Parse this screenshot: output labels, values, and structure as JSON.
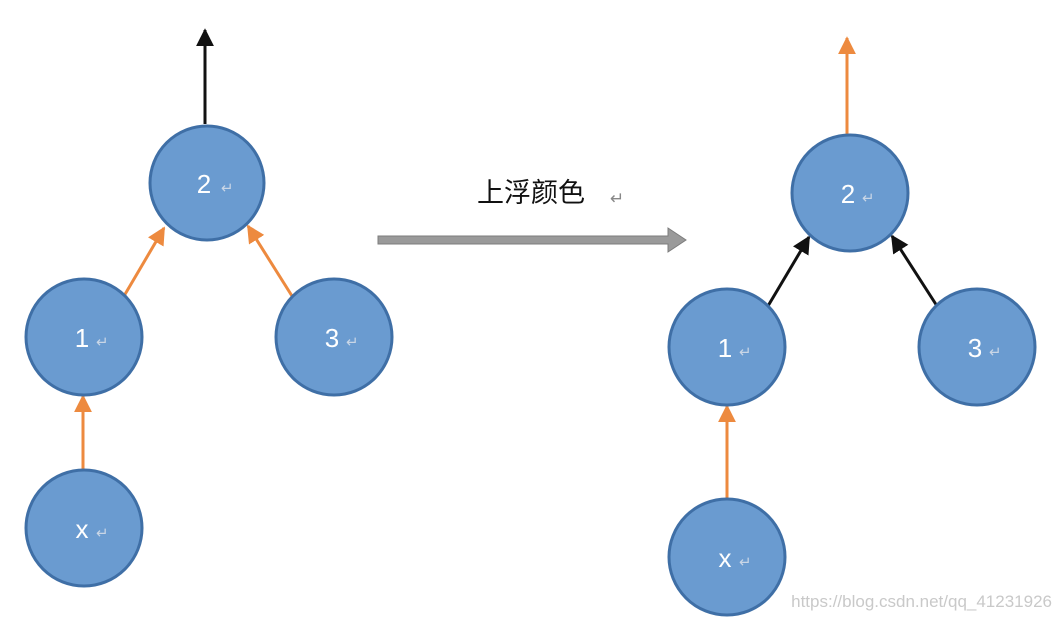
{
  "colors": {
    "node_fill": "#6a9bd0",
    "node_stroke": "#3f6fa6",
    "orange": "#ed8a3f",
    "black": "#111111",
    "transform_arrow": "#9a9a9a"
  },
  "caption": {
    "text": "上浮颜色",
    "return_mark": "↵"
  },
  "return_mark": "↵",
  "left_tree": {
    "nodes": [
      {
        "label": "2"
      },
      {
        "label": "1"
      },
      {
        "label": "3"
      },
      {
        "label": "x"
      }
    ],
    "edges": [
      {
        "from": "2",
        "to": "up",
        "color": "black"
      },
      {
        "from": "1",
        "to": "2",
        "color": "orange"
      },
      {
        "from": "3",
        "to": "2",
        "color": "orange"
      },
      {
        "from": "x",
        "to": "1",
        "color": "orange"
      }
    ]
  },
  "right_tree": {
    "nodes": [
      {
        "label": "2"
      },
      {
        "label": "1"
      },
      {
        "label": "3"
      },
      {
        "label": "x"
      }
    ],
    "edges": [
      {
        "from": "2",
        "to": "up",
        "color": "orange"
      },
      {
        "from": "1",
        "to": "2",
        "color": "black"
      },
      {
        "from": "3",
        "to": "2",
        "color": "black"
      },
      {
        "from": "x",
        "to": "1",
        "color": "orange"
      }
    ]
  },
  "watermark": "https://blog.csdn.net/qq_41231926"
}
